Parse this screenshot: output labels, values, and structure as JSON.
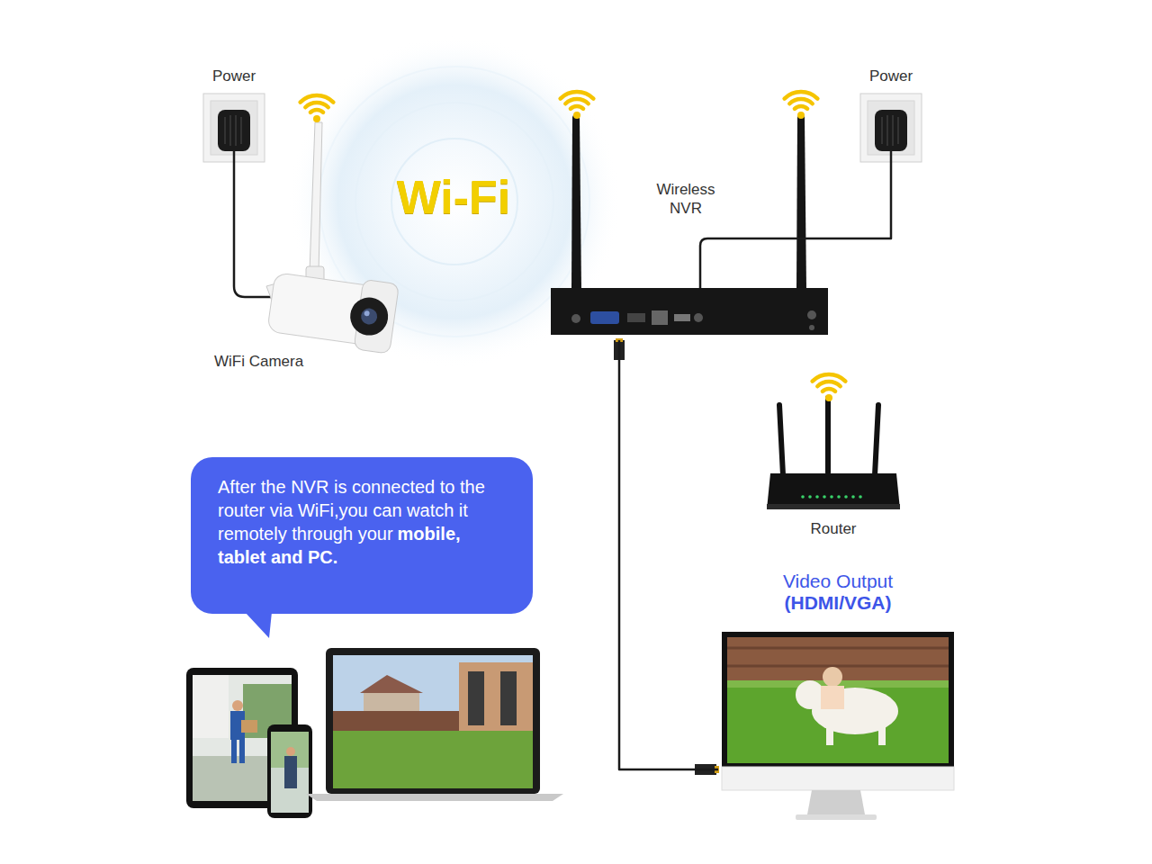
{
  "diagram": {
    "nodes": [
      {
        "text": [
          "Power"
        ]
      },
      {
        "text": [
          "WiFi Camera"
        ]
      },
      {
        "text": [
          "Wireless NVR"
        ]
      },
      {
        "text": [
          "Power"
        ]
      },
      {
        "text": [
          "Router"
        ]
      },
      {
        "text": [
          "After the NVR is connected to the router via WiFi,you can watch it remotely through your",
          "mobile, tablet and PC."
        ]
      },
      {
        "text": [
          "Video Output",
          "(HDMI/VGA)"
        ]
      }
    ],
    "edges": [
      {
        "from": 0,
        "to": 1,
        "arrow": "none"
      },
      {
        "from": 3,
        "to": 2,
        "arrow": "none"
      },
      {
        "from": 2,
        "to": 6,
        "arrow": "none"
      }
    ],
    "labels": [
      "Wi-Fi"
    ]
  }
}
